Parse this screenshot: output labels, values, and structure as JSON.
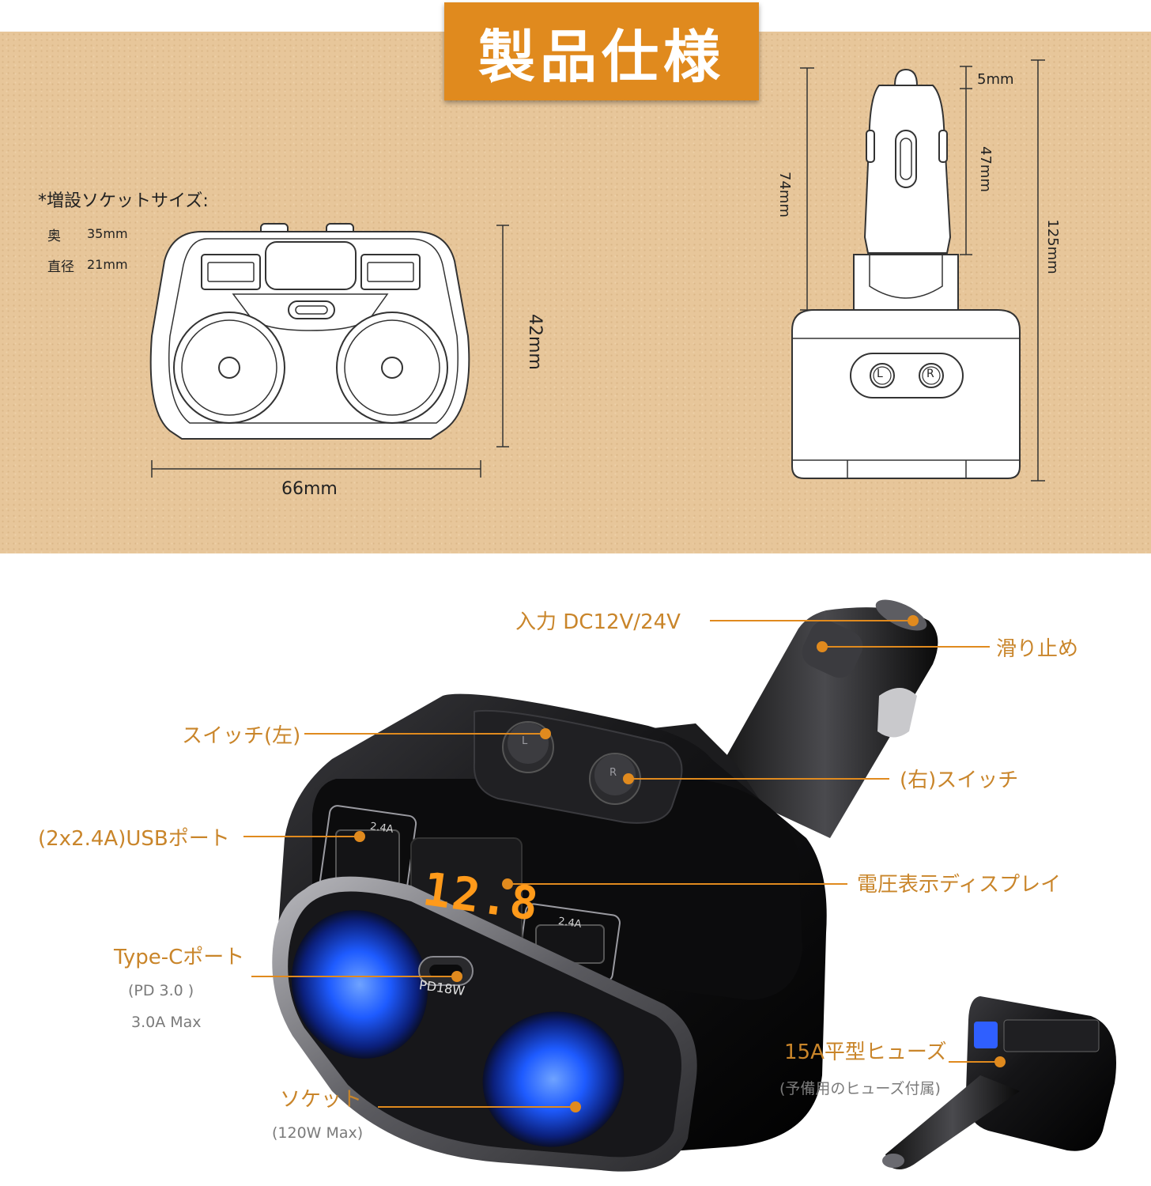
{
  "title": "製品仕様",
  "socket_size": {
    "heading": "*増設ソケットサイズ:",
    "depth_label": "奥",
    "depth_value": "35mm",
    "diameter_label": "直径",
    "diameter_value": "21mm"
  },
  "dimensions": {
    "height_front": "42mm",
    "width_front": "66mm",
    "plug_length": "74mm",
    "tip": "5mm",
    "plug_body": "47mm",
    "total_height": "125mm"
  },
  "buttons": {
    "left": "L",
    "right": "R"
  },
  "device": {
    "voltage_reading": "12.8",
    "usb_rating": "2.4A",
    "pd_label": "PD18W"
  },
  "callouts": {
    "input": "入力 DC12V/24V",
    "anti_slip": "滑り止め",
    "switch_left": "スイッチ(左)",
    "switch_right": "(右)スイッチ",
    "usb": "(2x2.4A)USBポート",
    "display": "電圧表示ディスプレイ",
    "typec": "Type-Cポート",
    "typec_pd": "(PD 3.0 )",
    "typec_max": "3.0A Max",
    "socket": "ソケット",
    "socket_max": "(120W Max)",
    "fuse": "15A平型ヒューズ",
    "fuse_note": "(予備用のヒューズ付属)"
  },
  "colors": {
    "accent": "#e08a1e",
    "callout_text": "#c9852a",
    "panel": "#e7c69a",
    "socket_glow": "#1e5bff"
  }
}
